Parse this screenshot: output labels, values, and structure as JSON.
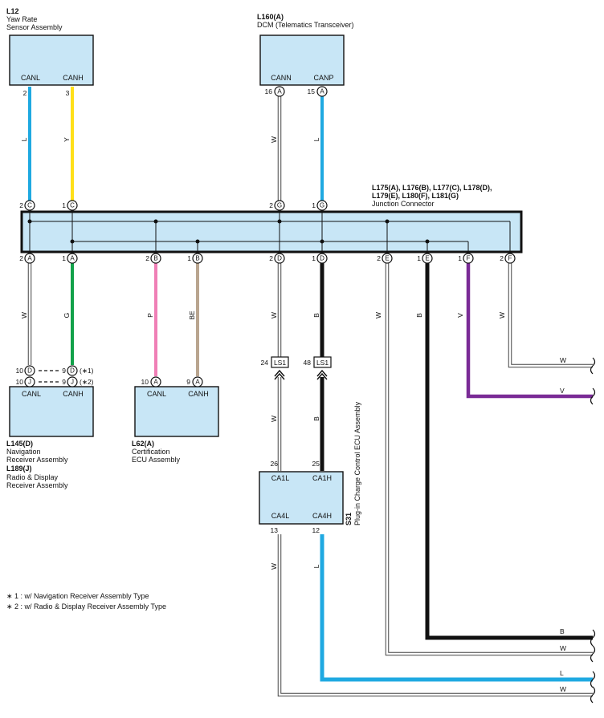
{
  "components": {
    "l12": {
      "ref": "L12",
      "name1": "Yaw Rate",
      "name2": "Sensor Assembly",
      "pin_left": "CANL",
      "pin_right": "CANH"
    },
    "l160": {
      "ref": "L160(A)",
      "name1": "DCM (Telematics Transceiver)",
      "pin_left": "CANN",
      "pin_right": "CANP"
    },
    "jc": {
      "ref1": "L175(A), L176(B), L177(C), L178(D),",
      "ref2": "L179(E), L180(F), L181(G)",
      "name": "Junction Connector"
    },
    "nav": {
      "ref1": "L145(D)",
      "name1": "Navigation",
      "name2": "Receiver Assembly",
      "ref2": "L189(J)",
      "name3": "Radio & Display",
      "name4": "Receiver Assembly",
      "pin_left": "CANL",
      "pin_right": "CANH"
    },
    "l62": {
      "ref": "L62(A)",
      "name1": "Certification",
      "name2": "ECU Assembly",
      "pin_left": "CANL",
      "pin_right": "CANH"
    },
    "s31": {
      "ref": "S31",
      "name": "Plug-in Charge Control ECU Assembly",
      "pin_tl": "CA1L",
      "pin_tr": "CA1H",
      "pin_bl": "CA4L",
      "pin_br": "CA4H"
    }
  },
  "pins": {
    "l12_2": "2",
    "l12_3": "3",
    "l160_16": "16",
    "l160_15": "15",
    "l160_a": "A",
    "jc_c2": "2",
    "jc_c1": "1",
    "jc_g2": "2",
    "jc_g1": "1",
    "c": "C",
    "g": "G",
    "jc_a2": "2",
    "jc_a1": "1",
    "jc_b2": "2",
    "jc_b1": "1",
    "jc_d2": "2",
    "jc_d1": "1",
    "jc_e2": "2",
    "jc_e1": "1",
    "jc_f1": "1",
    "jc_f2": "2",
    "a": "A",
    "b": "B",
    "d": "D",
    "e": "E",
    "f": "F",
    "j": "J",
    "nav_10a": "10",
    "nav_9a": "9",
    "nav_10b": "10",
    "nav_9b": "9",
    "nav_n1": "(∗1)",
    "nav_n2": "(∗2)",
    "l62_10": "10",
    "l62_9": "9",
    "ls1_24": "24",
    "ls1_48": "48",
    "ls1": "LS1",
    "s31_26": "26",
    "s31_25": "25",
    "s31_13": "13",
    "s31_12": "12"
  },
  "wires": {
    "l12_l": "L",
    "l12_y": "Y",
    "l160_w": "W",
    "l160_l": "L",
    "nav_w": "W",
    "nav_g": "G",
    "l62_p": "P",
    "l62_be": "BE",
    "d_w": "W",
    "d_b": "B",
    "e_w": "W",
    "e_b": "B",
    "f_v": "V",
    "f_w": "W",
    "s31_w": "W",
    "s31_b": "B",
    "s31_bw": "W",
    "s31_bl": "L",
    "out_w1": "W",
    "out_v": "V",
    "out_b": "B",
    "out_w2": "W",
    "out_l": "L",
    "out_w3": "W"
  },
  "colors": {
    "L": "#1fa9e1",
    "Y": "#ffe01a",
    "W": "#ffffff",
    "G": "#12a24a",
    "P": "#f07fb6",
    "BE": "#b9a58f",
    "B": "#111111",
    "V": "#7a2b96",
    "box": "#c8e6f6"
  },
  "notes": {
    "n1": "∗ 1 : w/ Navigation Receiver Assembly Type",
    "n2": "∗ 2 : w/ Radio & Display Receiver Assembly Type"
  }
}
